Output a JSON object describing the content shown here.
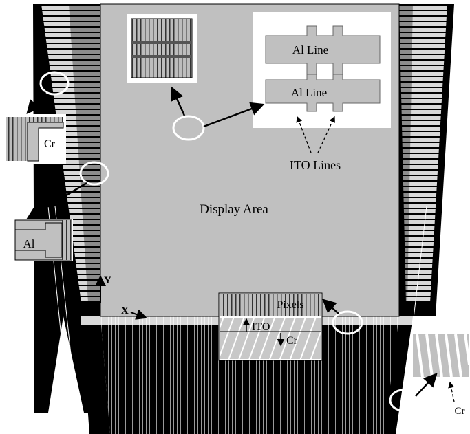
{
  "labels": {
    "display_area": "Display Area",
    "al_line_top": "Al Line",
    "al_line_bottom": "Al Line",
    "ito_lines": "ITO Lines",
    "cr_left": "Cr",
    "al_left": "Al",
    "pixels": "Pixels",
    "ito": "ITO",
    "cr_pixels": "Cr",
    "cr_bottom_right": "Cr",
    "axis_y": "Y",
    "axis_x": "X"
  },
  "colors": {
    "panel_gray": "#c0c0c0",
    "dark": "#000000",
    "light": "#ffffff",
    "inset_gray": "#bdbdbd"
  }
}
